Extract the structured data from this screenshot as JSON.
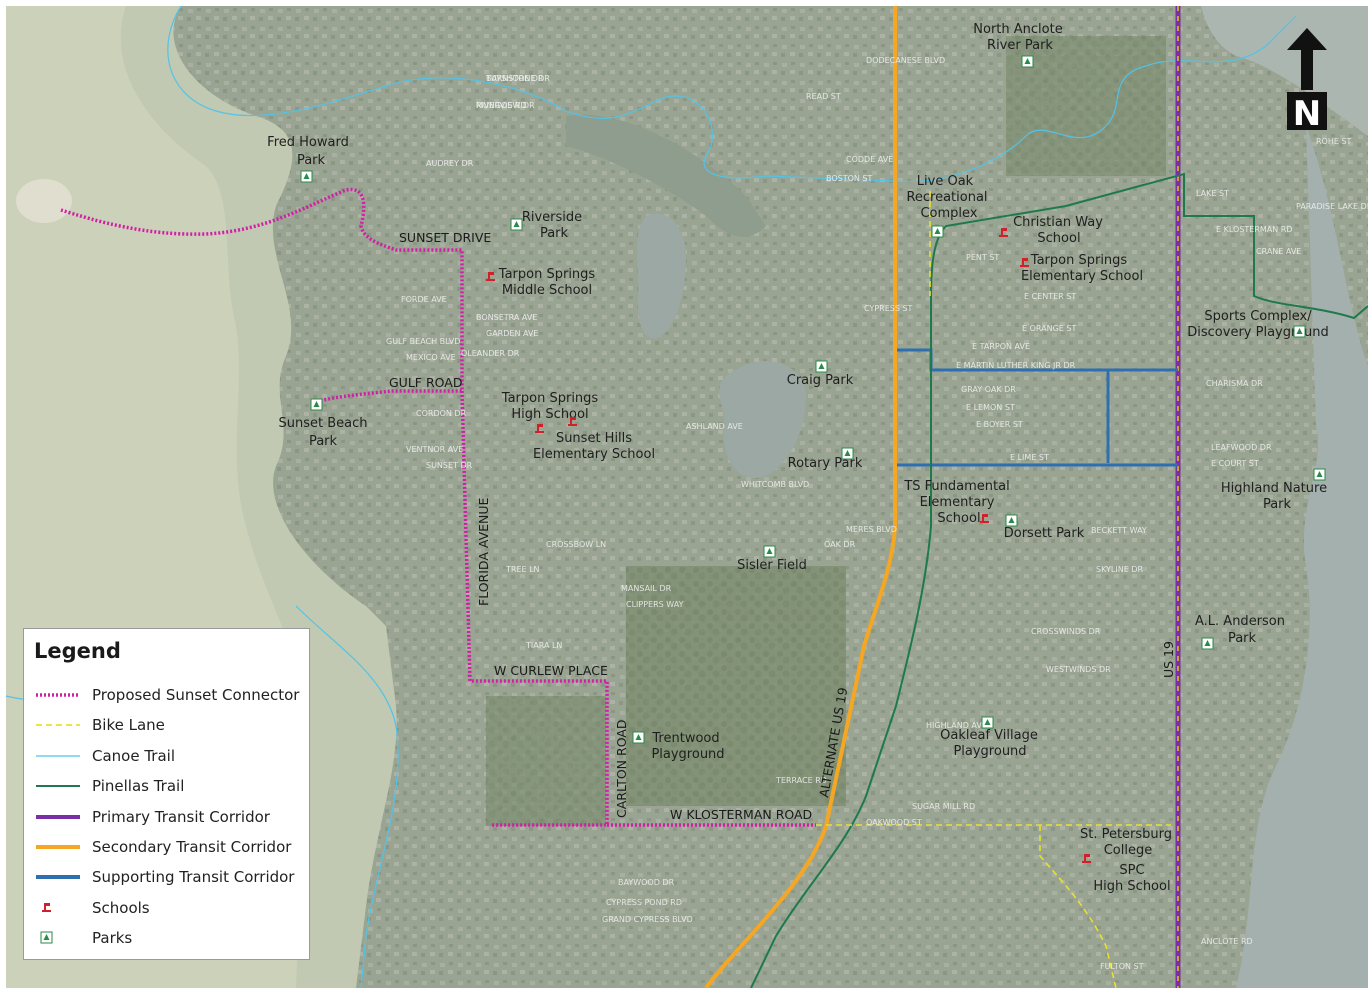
{
  "legend": {
    "title": "Legend",
    "items": [
      {
        "label": "Proposed Sunset Connector",
        "symbol": "dotted-line",
        "color": "#d21fa8"
      },
      {
        "label": "Bike Lane",
        "symbol": "dashed-line",
        "color": "#e9e030"
      },
      {
        "label": "Canoe Trail",
        "symbol": "thin-line",
        "color": "#52c3e8"
      },
      {
        "label": "Pinellas Trail",
        "symbol": "line",
        "color": "#1e7a4d"
      },
      {
        "label": "Primary Transit Corridor",
        "symbol": "thick-line",
        "color": "#7b2fa6"
      },
      {
        "label": "Secondary Transit Corridor",
        "symbol": "thick-line",
        "color": "#f5a623"
      },
      {
        "label": "Supporting Transit Corridor",
        "symbol": "thick-line",
        "color": "#2f6fb0"
      },
      {
        "label": "Schools",
        "symbol": "school-icon",
        "color": "#d0202a"
      },
      {
        "label": "Parks",
        "symbol": "park-icon",
        "color": "#2a8a4a"
      }
    ]
  },
  "north_arrow": {
    "letter": "N"
  },
  "parks": {
    "fred_howard": [
      "Fred Howard",
      "Park"
    ],
    "sunset_beach": [
      "Sunset Beach",
      "Park"
    ],
    "riverside": [
      "Riverside",
      "Park"
    ],
    "north_anclote": [
      "North Anclote",
      "River Park"
    ],
    "live_oak": [
      "Live Oak",
      "Recreational",
      "Complex"
    ],
    "craig": "Craig Park",
    "rotary": "Rotary Park",
    "sisler": "Sisler Field",
    "dorsett": "Dorsett Park",
    "trentwood": [
      "Trentwood",
      "Playground"
    ],
    "oakleaf": [
      "Oakleaf Village",
      "Playground"
    ],
    "sports_complex": [
      "Sports Complex/",
      "Discovery Playground"
    ],
    "highland": [
      "Highland Nature",
      "Park"
    ],
    "al_anderson": [
      "A.L. Anderson",
      "Park"
    ]
  },
  "schools": {
    "middle": [
      "Tarpon Springs",
      "Middle School"
    ],
    "high": [
      "Tarpon Springs",
      "High School"
    ],
    "sunset_hills": [
      "Sunset Hills",
      "Elementary School"
    ],
    "christian_way": [
      "Christian Way",
      "School"
    ],
    "tarpon_elem": [
      "Tarpon Springs",
      "Elementary School"
    ],
    "ts_fundamental": [
      "TS Fundamental",
      "Elementary",
      "School"
    ],
    "spc": [
      "St. Petersburg",
      "College"
    ],
    "spc_high": [
      "SPC",
      "High School"
    ]
  },
  "roads": {
    "sunset_drive": "SUNSET DRIVE",
    "gulf_road": "GULF ROAD",
    "florida_avenue": "FLORIDA AVENUE",
    "w_curlew_place": "W CURLEW PLACE",
    "carlton_road": "CARLTON ROAD",
    "w_klosterman_road": "W KLOSTERMAN ROAD",
    "alternate_us19": "ALTERNATE US 19",
    "us19": "US 19"
  },
  "streets": [
    "BAYSHORE DR",
    "RIVERVIEW DR",
    "AUDREY DR",
    "CODDE AVE",
    "FORDE AVE",
    "BONSETRA AVE",
    "GARDEN AVE",
    "GULF BEACH BLVD",
    "MEXICO AVE",
    "OLEANDER DR",
    "CORDON DR",
    "VENTNOR AVE",
    "SUNSET DR",
    "MERES BLVD",
    "CROSSBOW LN",
    "TREE LN",
    "MANSAIL DR",
    "CLIPPERS WAY",
    "TIARA LN",
    "ASHLAND AVE",
    "WHITCOMB BLVD",
    "OAK DR",
    "TERRACE RD",
    "HIGHLAND AVE",
    "GRAY OAK DR",
    "E LEMON ST",
    "E BOYER ST",
    "E LIME ST",
    "E MARTIN LUTHER KING JR DR",
    "E TARPON AVE",
    "E ORANGE ST",
    "E CENTER ST",
    "PENT ST",
    "CYPRESS ST",
    "BOSTON ST",
    "READ ST",
    "DODECANESE BLVD",
    "ANCLOTE RD",
    "FULTON ST",
    "GRAND CYPRESS BLVD",
    "CYPRESS POND RD",
    "BAYWOOD DR",
    "CROSSWINDS DR",
    "WESTWINDS DR",
    "SUGAR MILL RD",
    "CHARISMA DR",
    "LEAFWOOD DR",
    "E COURT ST",
    "OAKWOOD ST",
    "LAKE ST",
    "E KLOSTERMAN RD",
    "CRANE AVE",
    "ROHE ST",
    "PARADISE LAKE DR",
    "SKYLINE DR",
    "BECKETT WAY",
    "TURNSTONE DR",
    "MUNGOS RD"
  ]
}
